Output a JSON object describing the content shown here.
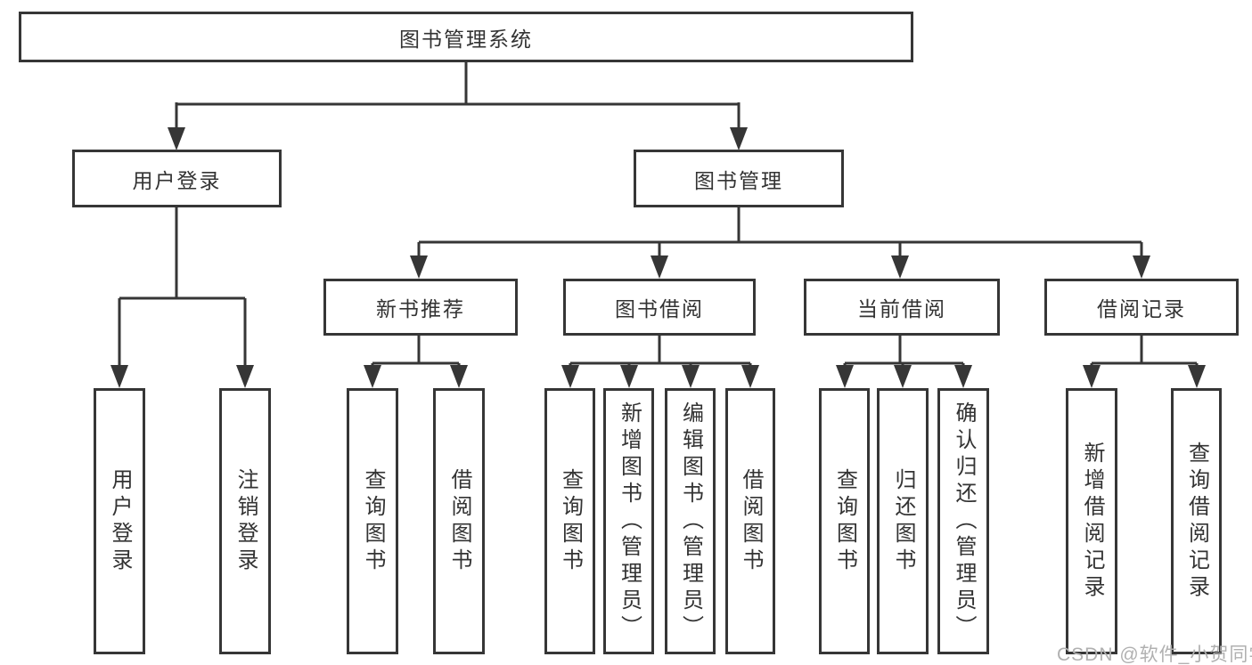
{
  "colors": {
    "line": "#363636",
    "text": "#333333",
    "box_bg": "#ffffff",
    "watermark": "#b0b0b0",
    "background": "#ffffff"
  },
  "watermark": "CSDN @软件_小贺同学",
  "nodes": {
    "root": {
      "label": "图书管理系统"
    },
    "user_login": {
      "label": "用户登录",
      "children": {
        "login": {
          "label": "用户登录"
        },
        "logout": {
          "label": "注销登录"
        }
      }
    },
    "book_mgmt": {
      "label": "图书管理"
    },
    "new_book_rec": {
      "label": "新书推荐",
      "children": {
        "query": {
          "label": "查询图书"
        },
        "borrow": {
          "label": "借阅图书"
        }
      }
    },
    "book_borrow": {
      "label": "图书借阅",
      "children": {
        "query": {
          "label": "查询图书"
        },
        "add": {
          "label": "新增图书（管理员）"
        },
        "edit": {
          "label": "编辑图书（管理员）"
        },
        "borrow": {
          "label": "借阅图书"
        }
      }
    },
    "current_borrow": {
      "label": "当前借阅",
      "children": {
        "query": {
          "label": "查询图书"
        },
        "return": {
          "label": "归还图书"
        },
        "confirm": {
          "label": "确认归还（管理员）"
        }
      }
    },
    "borrow_records": {
      "label": "借阅记录",
      "children": {
        "add": {
          "label": "新增借阅记录"
        },
        "query": {
          "label": "查询借阅记录"
        }
      }
    }
  }
}
